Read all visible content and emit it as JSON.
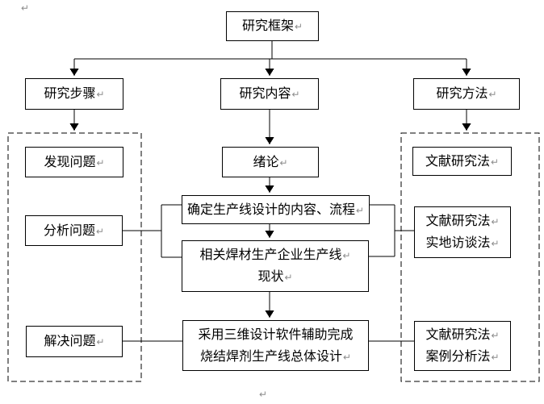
{
  "marks": {
    "return": "↵"
  },
  "boxes": {
    "root": "研究框架",
    "steps": "研究步骤",
    "content": "研究内容",
    "method": "研究方法",
    "find": "发现问题",
    "analyze": "分析问题",
    "solve": "解决问题",
    "intro": "绪论",
    "determine": "确定生产线设计的内容、流程",
    "status_line1": "相关焊材生产企业生产线",
    "status_line2": "现状",
    "design_line1": "采用三维设计软件辅助完成",
    "design_line2": "烧结焊剂生产线总体设计",
    "lit1": "文献研究法",
    "lit2_line1": "文献研究法",
    "lit2_line2": "实地访谈法",
    "lit3_line1": "文献研究法",
    "lit3_line2": "案例分析法"
  }
}
